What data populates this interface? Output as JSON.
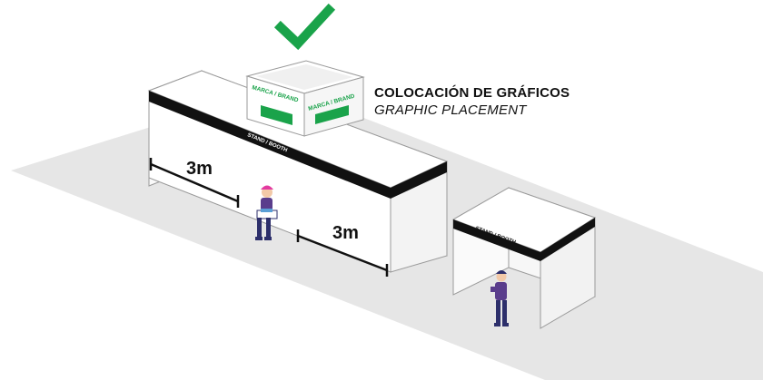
{
  "caption": {
    "title_es": "COLOCACIÓN DE GRÁFICOS",
    "title_en": "GRAPHIC PLACEMENT"
  },
  "labels": {
    "stand_band": "STAND / BOOTH",
    "sign_front": "MARCA / BRAND",
    "sign_side": "MARCA / BRAND",
    "dimension_left": "3m",
    "dimension_right": "3m"
  },
  "icons": {
    "approval": "check-icon"
  },
  "colors": {
    "accent_green": "#1aa34a",
    "band_black": "#111111",
    "floor": "#e6e6e6",
    "person_pink": "#e33aa0",
    "person_purple": "#5a3d8c",
    "person_navy": "#2d2f6b"
  }
}
